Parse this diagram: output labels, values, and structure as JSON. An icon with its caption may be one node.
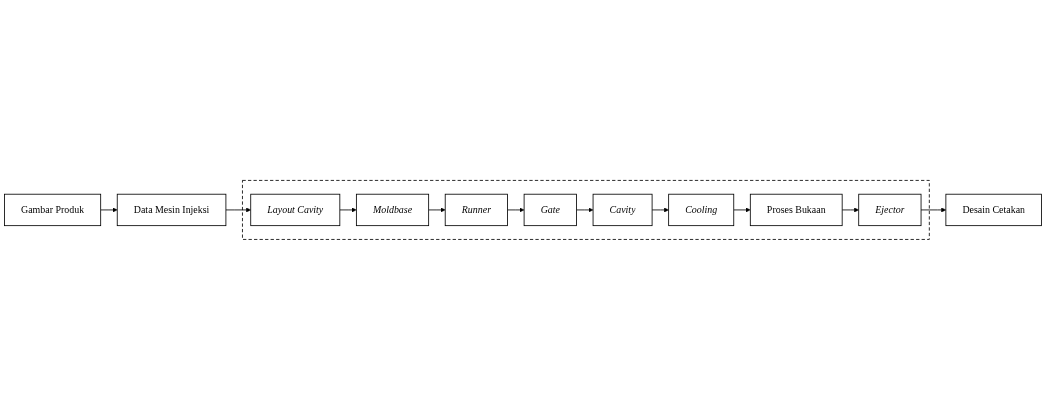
{
  "diagram": {
    "nodes": [
      {
        "text": [
          "Gambar Produk"
        ]
      },
      {
        "text": [
          "Data Mesin Injeksi"
        ]
      },
      {
        "text": [],
        "shape": "box"
      },
      {
        "text": [
          "Layout Cavity"
        ],
        "in": 2
      },
      {
        "text": [
          "Moldbase"
        ],
        "in": 2
      },
      {
        "text": [
          "Runner"
        ],
        "in": 2
      },
      {
        "text": [
          "Gate"
        ],
        "in": 2
      },
      {
        "text": [
          "Cavity"
        ],
        "in": 2
      },
      {
        "text": [
          "Cooling"
        ],
        "in": 2
      },
      {
        "text": [
          "Proses Bukaan"
        ],
        "in": 2
      },
      {
        "text": [
          "Ejector"
        ],
        "in": 2
      },
      {
        "text": [
          "Desain Cetakan"
        ]
      }
    ],
    "edges": [
      {
        "from": 0,
        "to": 1,
        "arrow": "to"
      },
      {
        "from": 1,
        "to": 3,
        "arrow": "to"
      },
      {
        "from": 3,
        "to": 4,
        "arrow": "to"
      },
      {
        "from": 4,
        "to": 5,
        "arrow": "to"
      },
      {
        "from": 5,
        "to": 6,
        "arrow": "to"
      },
      {
        "from": 6,
        "to": 7,
        "arrow": "to"
      },
      {
        "from": 7,
        "to": 8,
        "arrow": "to"
      },
      {
        "from": 8,
        "to": 9,
        "arrow": "to"
      },
      {
        "from": 9,
        "to": 10,
        "arrow": "to"
      },
      {
        "from": 10,
        "to": 11,
        "arrow": "to"
      }
    ]
  }
}
